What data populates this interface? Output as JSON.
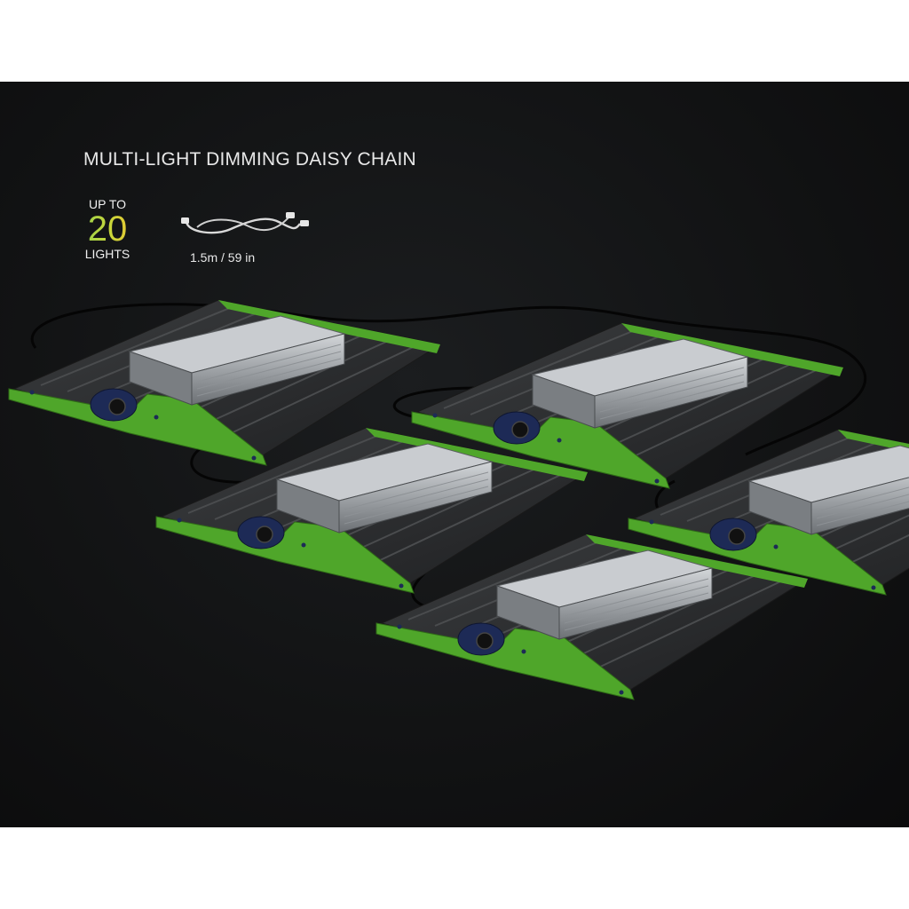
{
  "header": {
    "title": "MULTI-LIGHT DIMMING DAISY CHAIN"
  },
  "badge": {
    "line1": "UP TO",
    "number": "20",
    "line2": "LIGHTS"
  },
  "cable": {
    "icon": "cable-icon",
    "length_label": "1.5m / 59 in"
  },
  "colors": {
    "background": "#121314",
    "frame_green": "#4fa62a",
    "heatsink": "#2b2d2f",
    "driver_silver": "#b9bcbf",
    "dimmer_navy": "#1d2a56"
  }
}
